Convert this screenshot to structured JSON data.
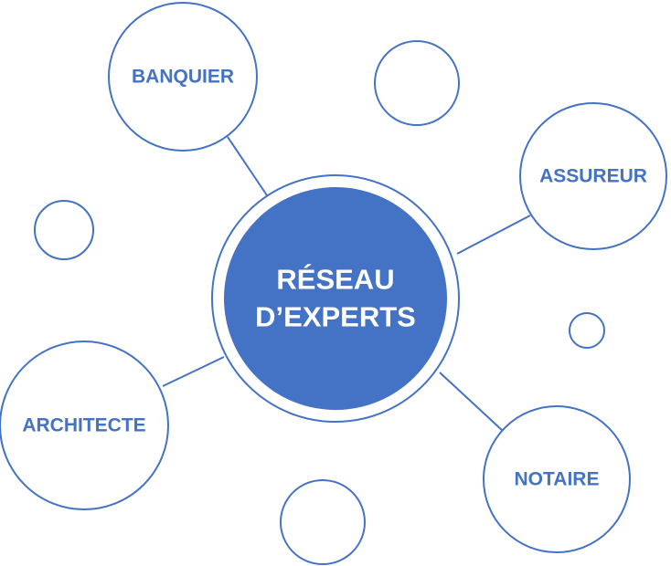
{
  "diagram": {
    "center": {
      "line1": "RÉSEAU",
      "line2": "D’EXPERTS"
    },
    "nodes": {
      "banquier": "BANQUIER",
      "assureur": "ASSUREUR",
      "architecte": "ARCHITECTE",
      "notaire": "NOTAIRE"
    },
    "colors": {
      "accent": "#4472c4",
      "background": "#ffffff"
    }
  }
}
